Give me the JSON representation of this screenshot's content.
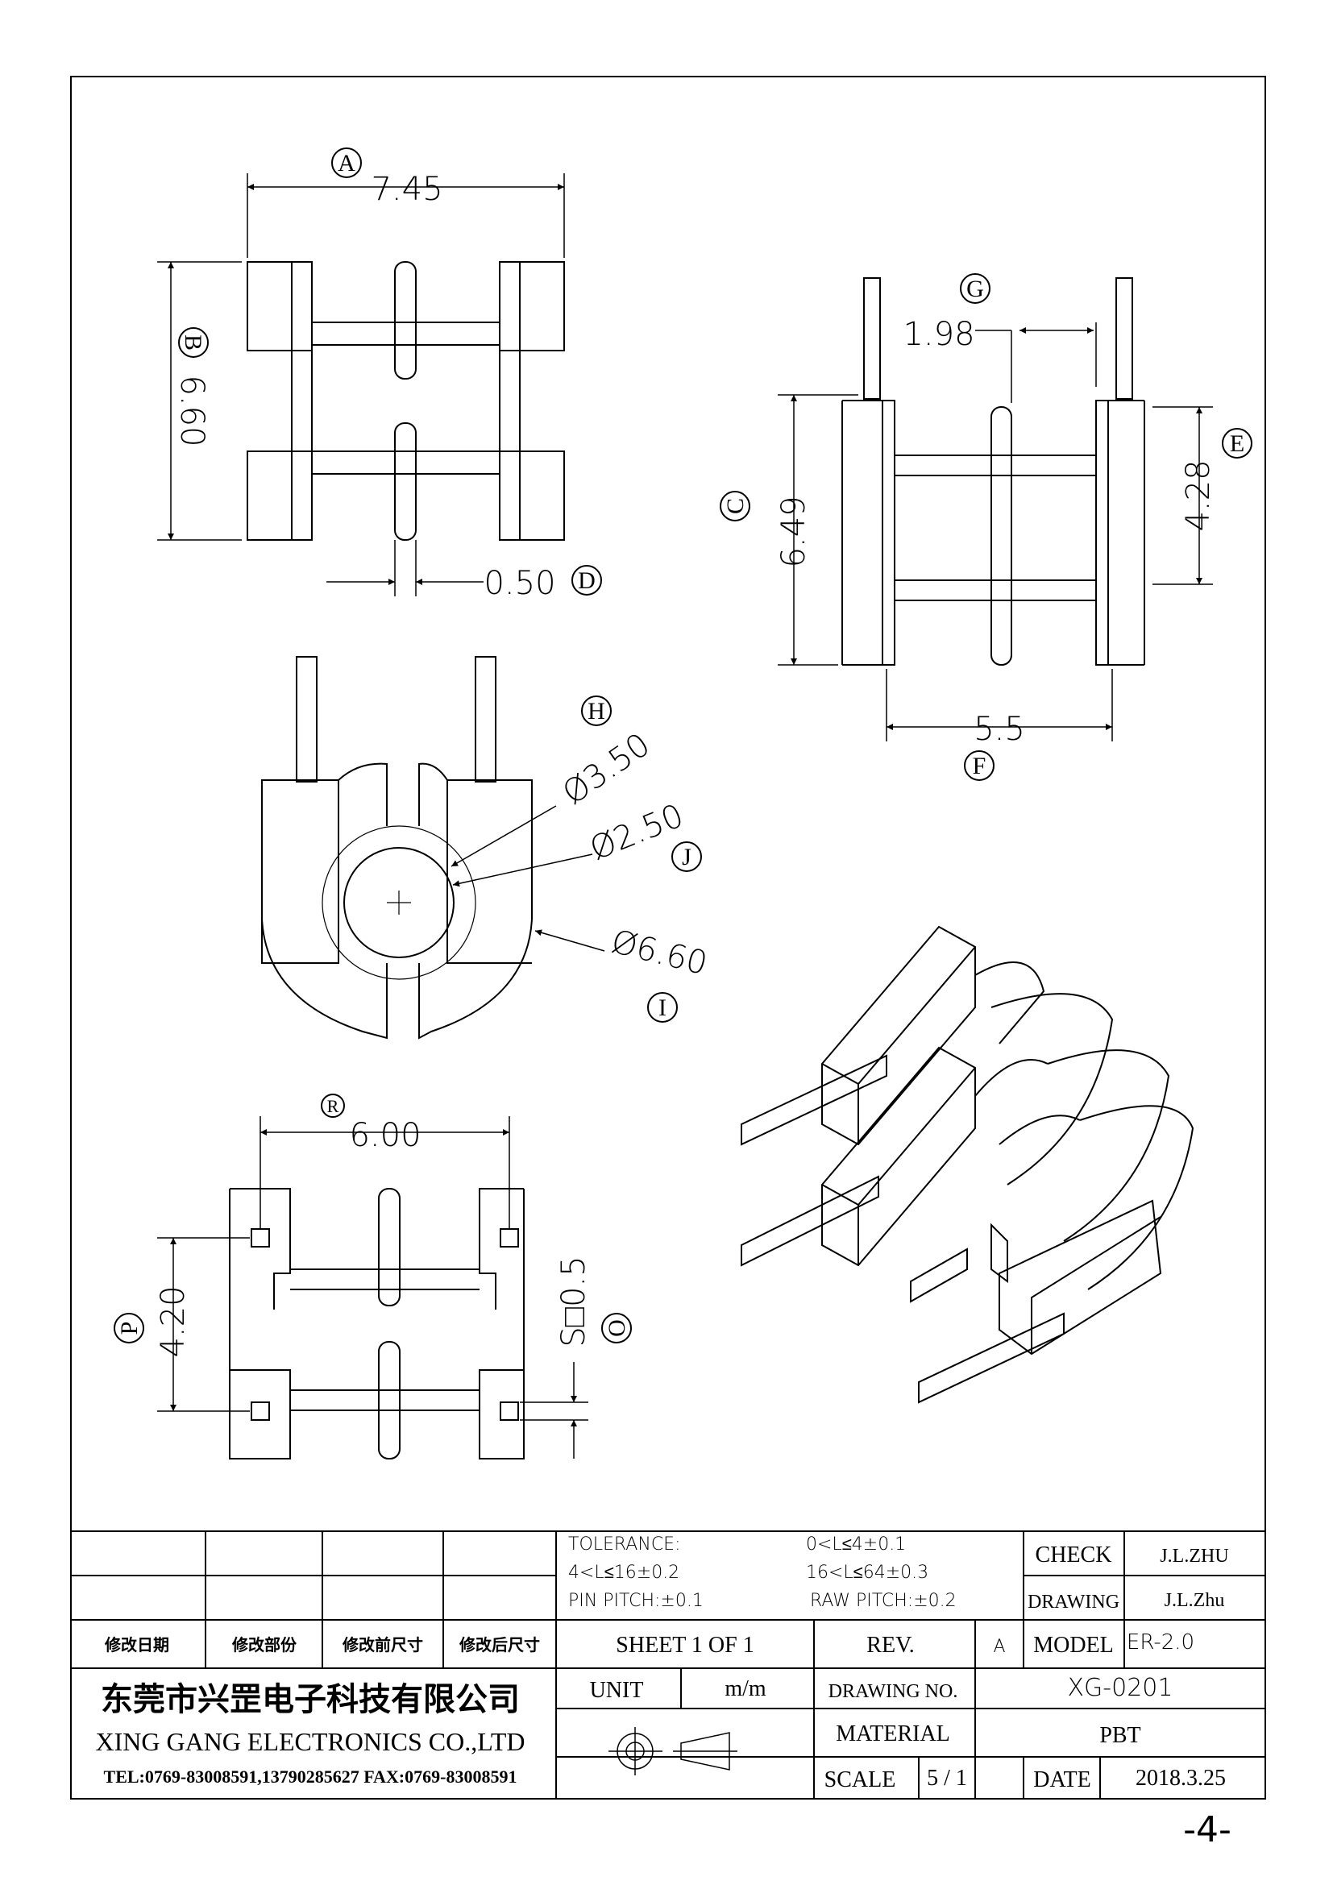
{
  "dimensions": {
    "A": {
      "label": "A",
      "value": "7.45"
    },
    "B": {
      "label": "B",
      "value": "6.60"
    },
    "C": {
      "label": "C",
      "value": "6.49"
    },
    "D": {
      "label": "D",
      "value": "0.50"
    },
    "E": {
      "label": "E",
      "value": "4.28"
    },
    "F": {
      "label": "F",
      "value": "5.5"
    },
    "G": {
      "label": "G",
      "value": "1.98"
    },
    "H": {
      "label": "H",
      "value": "Ø3.50"
    },
    "J": {
      "label": "J",
      "value": "Ø2.50"
    },
    "I": {
      "label": "I",
      "value": "Ø6.60"
    },
    "R": {
      "label": "R",
      "value": "6.00"
    },
    "P": {
      "label": "P",
      "value": "4.20"
    },
    "O": {
      "label": "O",
      "value": "S□0.5"
    }
  },
  "title_block": {
    "tolerance_label": "TOLERANCE:",
    "tol_1": "0<L≤4±0.1",
    "tol_2": "4<L≤16±0.2",
    "tol_3": "16<L≤64±0.3",
    "pin_pitch": "PIN PITCH:±0.1",
    "raw_pitch": "RAW PITCH:±0.2",
    "check_label": "CHECK",
    "check_value": "J.L.ZHU",
    "drawing_label": "DRAWING",
    "drawing_value": "J.L.Zhu",
    "rev_headers": [
      "修改日期",
      "修改部份",
      "修改前尺寸",
      "修改后尺寸"
    ],
    "sheet": "SHEET  1  OF  1",
    "rev_label": "REV.",
    "rev_value": "A",
    "model_label": "MODEL",
    "model_value": "ER-2.0",
    "unit_label": "UNIT",
    "unit_value": "m/m",
    "drawing_no_label": "DRAWING  NO.",
    "drawing_no_value": "XG-0201",
    "material_label": "MATERIAL",
    "material_value": "PBT",
    "scale_label": "SCALE",
    "scale_value": "5  /  1",
    "date_label": "DATE",
    "date_value": "2018.3.25"
  },
  "company": {
    "name_cn": "东莞市兴罡电子科技有限公司",
    "name_en": "XING GANG  ELECTRONICS CO.,LTD",
    "contact": "TEL:0769-83008591,13790285627 FAX:0769-83008591"
  },
  "page_number": "-4-"
}
